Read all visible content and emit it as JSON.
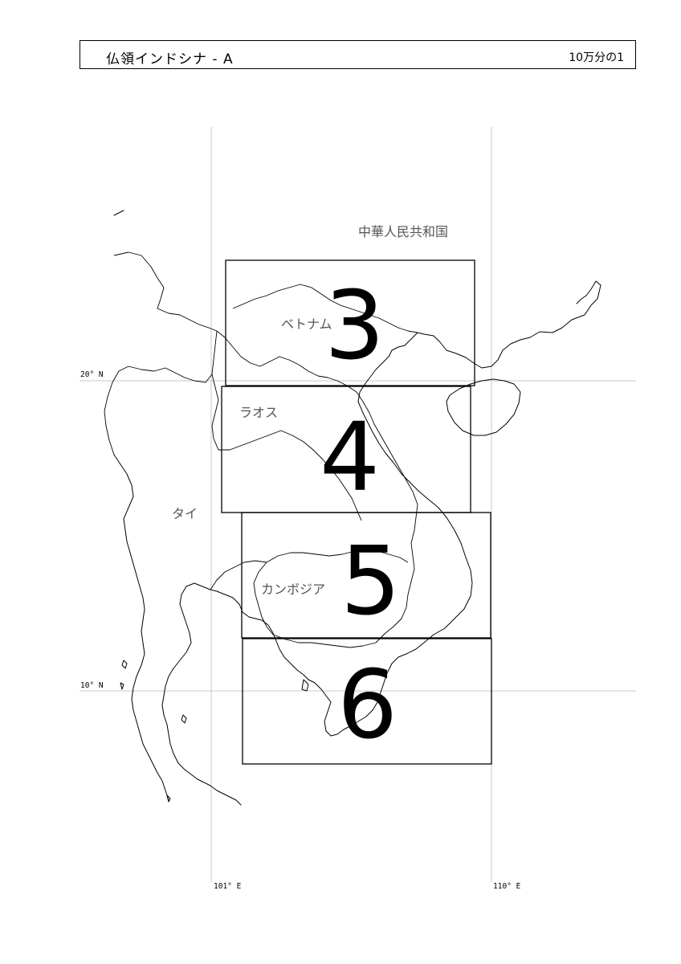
{
  "header": {
    "title": "仏領インドシナ - A",
    "scale": "10万分の1"
  },
  "countries": {
    "china": "中華人民共和国",
    "vietnam": "ベトナム",
    "laos": "ラオス",
    "thailand": "タイ",
    "cambodia": "カンボジア"
  },
  "sheets": {
    "s3": "3",
    "s4": "4",
    "s5": "5",
    "s6": "6"
  },
  "coords": {
    "lat20": "20° N",
    "lat10": "10° N",
    "lon101": "101° E",
    "lon110": "110° E"
  }
}
